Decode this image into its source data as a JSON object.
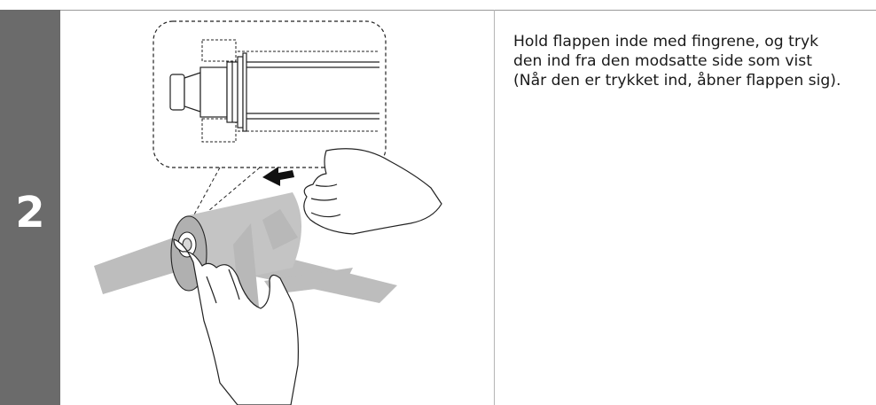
{
  "step": {
    "number": "2"
  },
  "instruction": {
    "lines": [
      "Hold flappen inde med fingrene, og tryk",
      "den ind fra den modsatte side som vist",
      "(Når den er trykket ind, åbner flappen sig)."
    ]
  },
  "figure": {
    "roll_color": "#bdbdbd",
    "line_color": "#222222",
    "arrow_color": "#111111"
  }
}
